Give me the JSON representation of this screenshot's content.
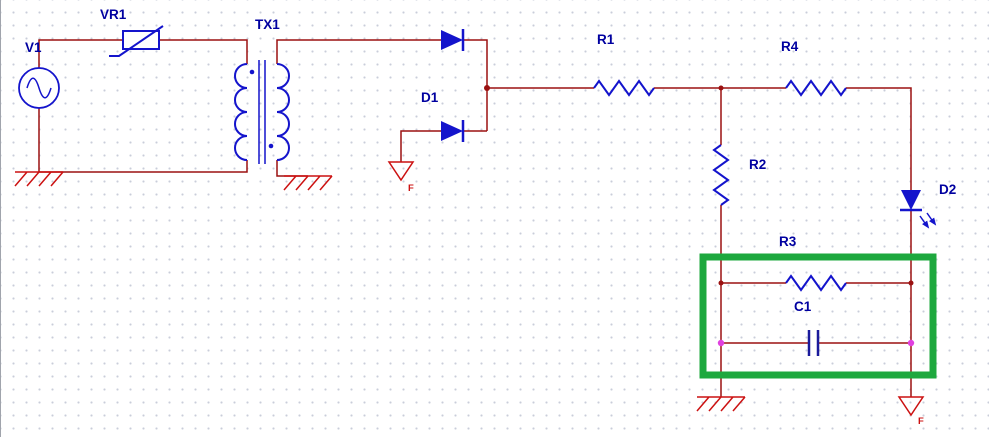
{
  "schematic": {
    "components": [
      {
        "ref": "V1",
        "type": "ac-voltage-source"
      },
      {
        "ref": "VR1",
        "type": "varistor"
      },
      {
        "ref": "TX1",
        "type": "transformer"
      },
      {
        "ref": "D1",
        "type": "rectifier-diode-pair"
      },
      {
        "ref": "R1",
        "type": "resistor"
      },
      {
        "ref": "R2",
        "type": "resistor"
      },
      {
        "ref": "R3",
        "type": "resistor"
      },
      {
        "ref": "R4",
        "type": "resistor"
      },
      {
        "ref": "C1",
        "type": "capacitor"
      },
      {
        "ref": "D2",
        "type": "led"
      }
    ],
    "ground_flags": [
      "F",
      "F"
    ],
    "colors": {
      "wire": "#9b1111",
      "component": "#1414cc",
      "label": "#0000a0",
      "ground": "#cc1111",
      "junction": "#e040e0",
      "highlight": "#1ea83e",
      "background": "#ffffff"
    }
  }
}
